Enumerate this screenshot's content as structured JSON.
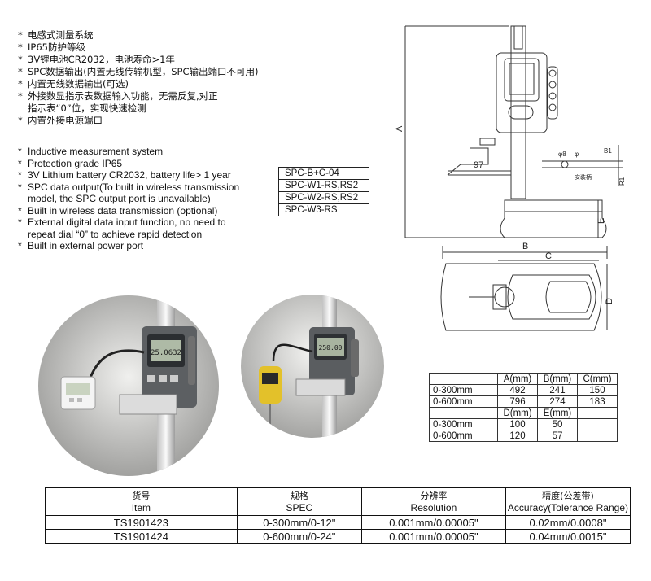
{
  "features_cn": [
    {
      "bullet": "*",
      "text": "电感式测量系统"
    },
    {
      "bullet": "*",
      "text": "IP65防护等级"
    },
    {
      "bullet": "*",
      "text": "3V锂电池CR2032，电池寿命>1年"
    },
    {
      "bullet": "*",
      "text": "SPC数据输出(内置无线传输机型，SPC输出端口不可用)"
    },
    {
      "bullet": "*",
      "text": "内置无线数据输出(可选)"
    },
    {
      "bullet": "*",
      "text": "外接数显指示表数据输入功能，无需反复,对正"
    },
    {
      "bullet": "",
      "text": "指示表“0”位，实现快速检测"
    },
    {
      "bullet": "*",
      "text": "内置外接电源端口"
    }
  ],
  "features_en": [
    {
      "bullet": "*",
      "text": "Inductive measurement system"
    },
    {
      "bullet": "*",
      "text": "Protection grade IP65"
    },
    {
      "bullet": "*",
      "text": "3V Lithium battery CR2032, battery life> 1 year"
    },
    {
      "bullet": "*",
      "text": "SPC data output(To built in wireless transmission"
    },
    {
      "bullet": "",
      "text": "model, the SPC output port is unavailable)"
    },
    {
      "bullet": "*",
      "text": "Built in wireless data transmission (optional)"
    },
    {
      "bullet": "*",
      "text": "External digital data input function, no need to"
    },
    {
      "bullet": "",
      "text": "repeat dial “0” to achieve rapid detection"
    },
    {
      "bullet": "*",
      "text": "Built in external power port"
    }
  ],
  "models": [
    "SPC-B+C-04",
    "SPC-W1-RS,RS2",
    "SPC-W2-RS,RS2",
    "SPC-W3-RS"
  ],
  "photos": {
    "display1": "25.0632",
    "display2": "250.00"
  },
  "diagram": {
    "label_97": "97",
    "label_a": "A",
    "label_b": "B",
    "label_c": "C",
    "label_d": "D",
    "label_e": "E",
    "label_phi8": "φ8",
    "label_phi": "φ",
    "label_b1": "B1",
    "label_r1": "R1",
    "label_text": "安装柄"
  },
  "dimensions": {
    "header1": [
      "",
      "A(mm)",
      "B(mm)",
      "C(mm)"
    ],
    "rows1": [
      [
        "0-300mm",
        "492",
        "241",
        "150"
      ],
      [
        "0-600mm",
        "796",
        "274",
        "183"
      ]
    ],
    "header2": [
      "",
      "D(mm)",
      "E(mm)",
      ""
    ],
    "rows2": [
      [
        "0-300mm",
        "100",
        "50",
        ""
      ],
      [
        "0-600mm",
        "120",
        "57",
        ""
      ]
    ]
  },
  "spec": {
    "headers": [
      {
        "cn": "货号",
        "en": "Item"
      },
      {
        "cn": "规格",
        "en": "SPEC"
      },
      {
        "cn": "分辨率",
        "en": "Resolution"
      },
      {
        "cn": "精度(公差带)",
        "en": "Accuracy(Tolerance Range)"
      }
    ],
    "rows": [
      [
        "TS1901423",
        "0-300mm/0-12\"",
        "0.001mm/0.00005\"",
        "0.02mm/0.0008\""
      ],
      [
        "TS1901424",
        "0-600mm/0-24\"",
        "0.001mm/0.00005\"",
        "0.04mm/0.0015\""
      ]
    ]
  }
}
